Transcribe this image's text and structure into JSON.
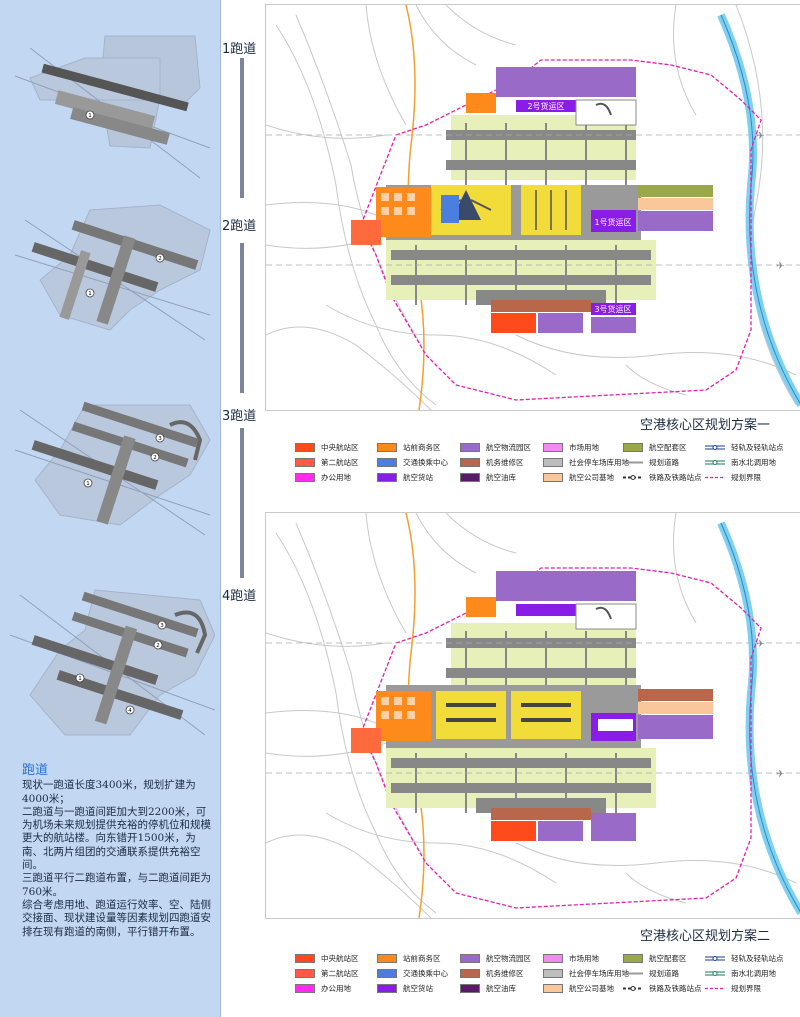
{
  "stages": [
    {
      "label": "1跑道"
    },
    {
      "label": "2跑道"
    },
    {
      "label": "3跑道"
    },
    {
      "label": "4跑道"
    }
  ],
  "runway_numbers": [
    "1",
    "2",
    "3",
    "4"
  ],
  "description": {
    "title": "跑道",
    "paragraphs": [
      "现状一跑道长度3400米，规划扩建为4000米；",
      "二跑道与一跑道间距加大到2200米，可为机场未来规划提供充裕的停机位和规模更大的航站楼。向东错开1500米，为南、北两片组团的交通联系提供充裕空间。",
      "三跑道平行二跑道布置，与二跑道间距为760米。",
      "综合考虑用地、跑道运行效率、空、陆侧交接面、现状建设量等因素规划四跑道安排在现有跑道的南侧，平行错开布置。"
    ]
  },
  "plans": [
    {
      "title": "空港核心区规划方案一",
      "zone_labels": [
        "2号货运区",
        "1号货运区",
        "3号货运区"
      ]
    },
    {
      "title": "空港核心区规划方案二",
      "zone_labels": []
    }
  ],
  "legend": [
    {
      "label": "中央航站区",
      "color": "#ff4a1c",
      "kind": "fill"
    },
    {
      "label": "第二航站区",
      "color": "#ff5a44",
      "kind": "fill"
    },
    {
      "label": "办公用地",
      "color": "#ff2cf0",
      "kind": "fill"
    },
    {
      "label": "站前商务区",
      "color": "#ff8a1c",
      "kind": "fill"
    },
    {
      "label": "交通换乘中心",
      "color": "#4a7fe0",
      "kind": "fill"
    },
    {
      "label": "航空货站",
      "color": "#8a1ce8",
      "kind": "fill"
    },
    {
      "label": "航空物流园区",
      "color": "#9a6ac8",
      "kind": "fill"
    },
    {
      "label": "机务维修区",
      "color": "#b8674a",
      "kind": "fill"
    },
    {
      "label": "航空油库",
      "color": "#5a1a6a",
      "kind": "fill"
    },
    {
      "label": "市场用地",
      "color": "#f08cf0",
      "kind": "fill"
    },
    {
      "label": "社会停车场库用地",
      "color": "#bdbdbd",
      "kind": "fill"
    },
    {
      "label": "航空公司基地",
      "color": "#f9c79a",
      "kind": "fill"
    },
    {
      "label": "航空配套区",
      "color": "#9aa84a",
      "kind": "fill"
    },
    {
      "label": "规划道路",
      "color": "#9a9a9a",
      "kind": "line"
    },
    {
      "label": "铁路及铁路站点",
      "color": "#333333",
      "kind": "rail"
    },
    {
      "label": "轻轨及轻轨站点",
      "color": "#1c3a9a",
      "kind": "line2"
    },
    {
      "label": "南水北调用地",
      "color": "#1c7a5a",
      "kind": "line2"
    },
    {
      "label": "规划界限",
      "color": "#e020b0",
      "kind": "dash"
    }
  ],
  "colors": {
    "panel_bg": "#c2d8f2",
    "runway": "#7d7d7d",
    "airfield": "#e6f0b8",
    "terminal": "#f2dc3a",
    "canal": "#7fd0f0",
    "boundary": "#e020b0"
  }
}
